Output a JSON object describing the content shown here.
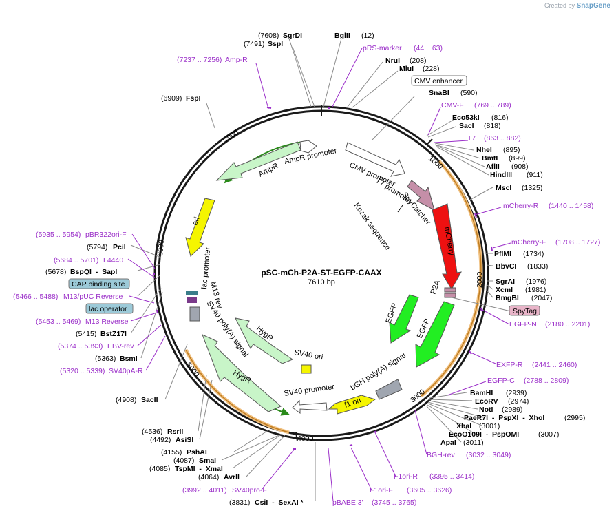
{
  "brand": {
    "created_by": "Created by",
    "name": "SnapGene"
  },
  "plasmid": {
    "name": "pSC-mCh-P2A-ST-EGFP-CAAX",
    "size": "7610 bp"
  },
  "ticks": [
    "1000",
    "2000",
    "3000",
    "4000",
    "5000",
    "6000",
    "7000"
  ],
  "enzymes": [
    {
      "pos": "(7608)",
      "name": "SgrDI"
    },
    {
      "pos": "(7491)",
      "name": "SspI"
    },
    {
      "name": "BglII",
      "pos": "(12)"
    },
    {
      "name": "NruI",
      "pos": "(208)"
    },
    {
      "name": "MluI",
      "pos": "(228)"
    },
    {
      "name": "SnaBI",
      "pos": "(590)"
    },
    {
      "name": "Eco53kI",
      "pos": "(816)"
    },
    {
      "name": "SacI",
      "pos": "(818)"
    },
    {
      "name": "NheI",
      "pos": "(895)"
    },
    {
      "name": "BmtI",
      "pos": "(899)"
    },
    {
      "name": "AflII",
      "pos": "(908)"
    },
    {
      "name": "HindIII",
      "pos": "(911)"
    },
    {
      "name": "MscI",
      "pos": "(1325)"
    },
    {
      "name": "PflMI",
      "pos": "(1734)"
    },
    {
      "name": "BbvCI",
      "pos": "(1833)"
    },
    {
      "name": "SgrAI",
      "pos": "(1976)"
    },
    {
      "name": "XcmI",
      "pos": "(1981)"
    },
    {
      "name": "BmgBI",
      "pos": "(2047)"
    },
    {
      "name": "BamHI",
      "pos": "(2939)"
    },
    {
      "name": "EcoRV",
      "pos": "(2974)"
    },
    {
      "name": "NotI",
      "pos": "(2989)"
    },
    {
      "name": "PaeR7I  -  PspXI  -  XhoI",
      "pos": "(2995)"
    },
    {
      "name": "XbaI",
      "pos": "(3001)"
    },
    {
      "name": "EcoO109I  -  PspOMI",
      "pos": "(3007)"
    },
    {
      "name": "ApaI",
      "pos": "(3011)"
    },
    {
      "pos": "(6909)",
      "name": "FspI"
    },
    {
      "pos": "(5794)",
      "name": "PciI"
    },
    {
      "pos": "(5678)",
      "name": "BspQI  -  SapI"
    },
    {
      "pos": "(5415)",
      "name": "BstZ17I"
    },
    {
      "pos": "(5363)",
      "name": "BsmI"
    },
    {
      "pos": "(4908)",
      "name": "SacII"
    },
    {
      "pos": "(4536)",
      "name": "RsrII"
    },
    {
      "pos": "(4492)",
      "name": "AsiSI"
    },
    {
      "pos": "(4155)",
      "name": "PshAI"
    },
    {
      "pos": "(4087)",
      "name": "SmaI"
    },
    {
      "pos": "(4085)",
      "name": "TspMI  -  XmaI"
    },
    {
      "pos": "(4064)",
      "name": "AvrII"
    },
    {
      "pos": "(3831)",
      "name": "CsiI  -  SexAI *"
    }
  ],
  "primers": [
    {
      "name": "pRS-marker",
      "range": "(44 .. 63)"
    },
    {
      "name": "Amp-R",
      "range": "(7237 .. 7256)"
    },
    {
      "name": "CMV-F",
      "range": "(769 .. 789)"
    },
    {
      "name": "T7",
      "range": "(863 .. 882)"
    },
    {
      "name": "mCherry-R",
      "range": "(1440 .. 1458)"
    },
    {
      "name": "mCherry-F",
      "range": "(1708 .. 1727)"
    },
    {
      "name": "EGFP-N",
      "range": "(2180 .. 2201)"
    },
    {
      "name": "EXFP-R",
      "range": "(2441 .. 2460)"
    },
    {
      "name": "EGFP-C",
      "range": "(2788 .. 2809)"
    },
    {
      "name": "BGH-rev",
      "range": "(3032 .. 3049)"
    },
    {
      "name": "F1ori-R",
      "range": "(3395 .. 3414)"
    },
    {
      "name": "F1ori-F",
      "range": "(3605 .. 3626)"
    },
    {
      "name": "pBABE 3'",
      "range": "(3745 .. 3765)"
    },
    {
      "name": "SV40pro-F",
      "range": "(3992 .. 4011)"
    },
    {
      "name": "pBR322ori-F",
      "range": "(5935 .. 5954)"
    },
    {
      "name": "L4440",
      "range": "(5684 .. 5701)"
    },
    {
      "name": "M13/pUC Reverse",
      "range": "(5466 .. 5488)"
    },
    {
      "name": "M13 Reverse",
      "range": "(5453 .. 5469)"
    },
    {
      "name": "EBV-rev",
      "range": "(5374 .. 5393)"
    },
    {
      "name": "SV40pA-R",
      "range": "(5320 .. 5339)"
    }
  ],
  "boxed_labels": [
    "CMV enhancer",
    "SpyTag",
    "CAP binding site",
    "lac operator"
  ],
  "features": [
    "CMV promoter",
    "T7 promoter",
    "SpyCatcher",
    "Kozak sequence",
    "mCherry",
    "P2A",
    "EGFP",
    "EGFP",
    "bGH poly(A) signal",
    "f1 ori",
    "SV40 promoter",
    "SV40 ori",
    "HygR",
    "HygR",
    "SV40 poly(A) signal",
    "M13 rev",
    "lac promoter",
    "ori",
    "AmpR",
    "AmpR promoter"
  ],
  "colors": {
    "ring": "#1a1a1a",
    "enzyme_line": "#888888",
    "primer": "#9b2fc9",
    "orange_arc": "#e0a040",
    "mcherry": "#ee1111",
    "egfp": "#22ee22",
    "spycatcher": "#c58fa8",
    "hygr": "#c8f5c8",
    "ori": "#f5f500",
    "spytag_box": "#e8b4c8",
    "lac_box": "#9ccad8",
    "grey_feature": "#a0a6b0"
  }
}
